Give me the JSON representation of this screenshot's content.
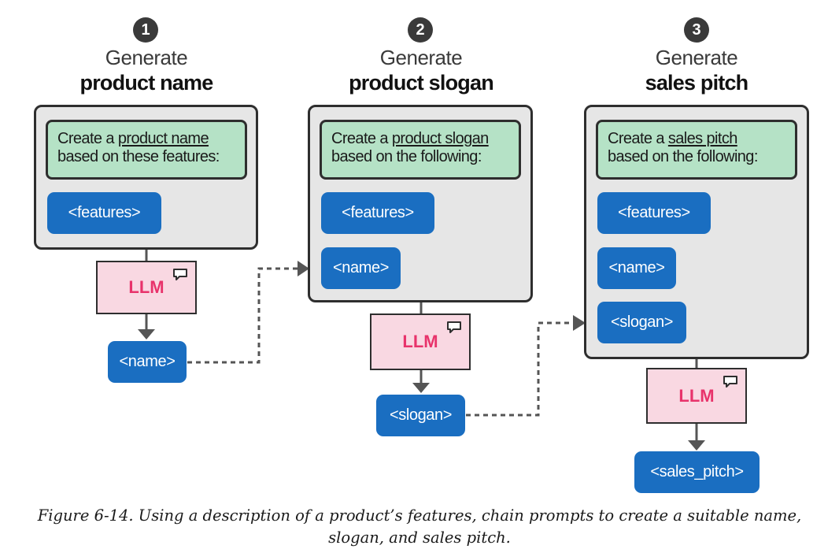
{
  "steps": [
    {
      "number": "1",
      "title_line1": "Generate",
      "title_line2": "product name",
      "prompt_prefix": "Create a ",
      "prompt_keyword": "product name",
      "prompt_suffix": "based on these features:",
      "inputs": [
        "<features>"
      ],
      "model": "LLM",
      "output": "<name>"
    },
    {
      "number": "2",
      "title_line1": "Generate",
      "title_line2": "product slogan",
      "prompt_prefix": "Create a ",
      "prompt_keyword": "product slogan",
      "prompt_suffix": "based on the following:",
      "inputs": [
        "<features>",
        "<name>"
      ],
      "model": "LLM",
      "output": "<slogan>"
    },
    {
      "number": "3",
      "title_line1": "Generate",
      "title_line2": "sales pitch",
      "prompt_prefix": "Create a ",
      "prompt_keyword": "sales pitch",
      "prompt_suffix": "based on the following:",
      "inputs": [
        "<features>",
        "<name>",
        "<slogan>"
      ],
      "model": "LLM",
      "output": "<sales_pitch>"
    }
  ],
  "caption_line1": "Figure 6-14. Using a description of a product’s features, chain prompts to create a suitable name,",
  "caption_line2": "slogan, and sales pitch.",
  "colors": {
    "panel": "#e6e6e6",
    "prompt": "#b5e2c6",
    "chip": "#1a6ec1",
    "llm_fill": "#f9d8e2",
    "llm_text": "#e8336b",
    "outline": "#2e2e2e",
    "connector": "#555555"
  },
  "icons": {
    "step_badge": "numbered-circle",
    "model": "chat-bubble-icon",
    "flow": "arrow-down-icon"
  }
}
